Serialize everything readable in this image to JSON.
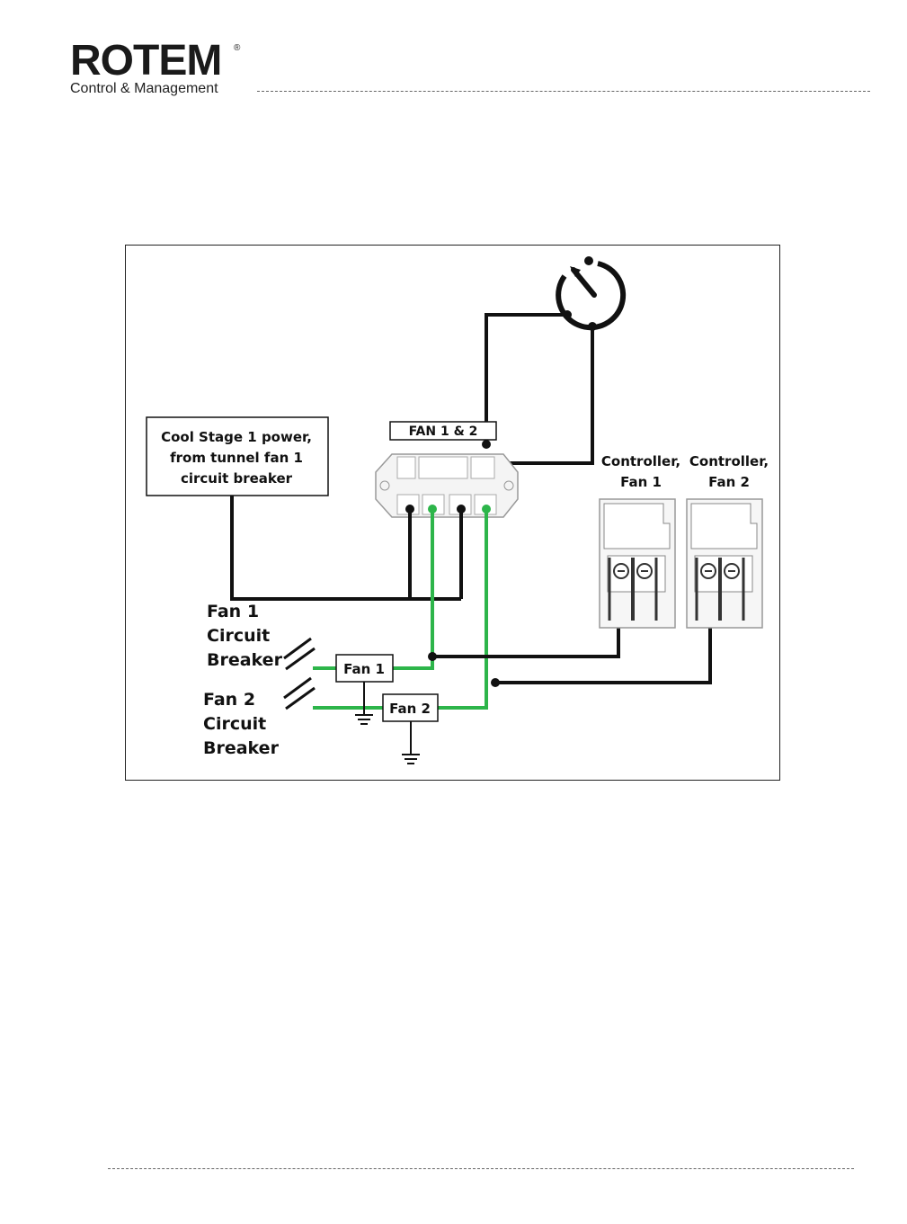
{
  "header": {
    "brand": "ROTEM",
    "registered": "®",
    "tagline": "Control & Management"
  },
  "diagram": {
    "power_source_label": [
      "Cool Stage 1 power,",
      "from tunnel fan 1",
      "circuit breaker"
    ],
    "relay_label": "FAN 1 & 2",
    "controller_fan1": [
      "Controller,",
      "Fan 1"
    ],
    "controller_fan2": [
      "Controller,",
      "Fan 2"
    ],
    "breaker1_label": [
      "Fan 1",
      "Circuit",
      "Breaker"
    ],
    "breaker2_label": [
      "Fan 2",
      "Circuit",
      "Breaker"
    ],
    "load1_label": "Fan 1",
    "load2_label": "Fan 2",
    "colors": {
      "wire_black": "#111111",
      "wire_green": "#2db54a"
    },
    "icons": [
      "timer-icon",
      "relay-icon",
      "terminal-block-icon",
      "breaker-switch-icon",
      "ground-icon"
    ]
  }
}
